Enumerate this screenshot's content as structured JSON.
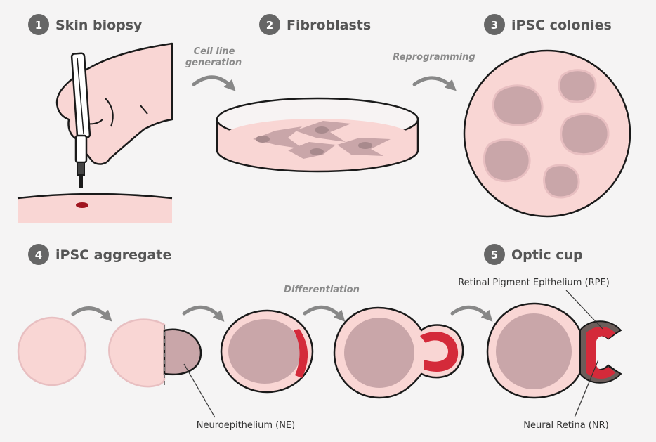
{
  "steps": [
    {
      "number": "1",
      "title": "Skin biopsy"
    },
    {
      "number": "2",
      "title": "Fibroblasts"
    },
    {
      "number": "3",
      "title": "iPSC colonies"
    },
    {
      "number": "4",
      "title": "iPSC aggregate"
    },
    {
      "number": "5",
      "title": "Optic cup"
    }
  ],
  "arrow_labels": {
    "cell_line_line1": "Cell line",
    "cell_line_line2": "generation",
    "reprogramming": "Reprogramming",
    "differentiation": "Differentiation"
  },
  "callouts": {
    "ne": "Neuroepithelium (NE)",
    "rpe": "Retinal Pigment Epithelium (RPE)",
    "nr": "Neural Retina (NR)"
  },
  "colors": {
    "background": "#f5f4f4",
    "tissue_pink": "#f9d6d4",
    "cell_mauve": "#c9a6a9",
    "neural_retina_red": "#d42a3a",
    "rpe_brown": "#6b5d5a",
    "title_gray": "#555555"
  },
  "icons": [
    "hand-with-lancet-icon",
    "petri-dish-icon",
    "colony-plate-icon"
  ]
}
